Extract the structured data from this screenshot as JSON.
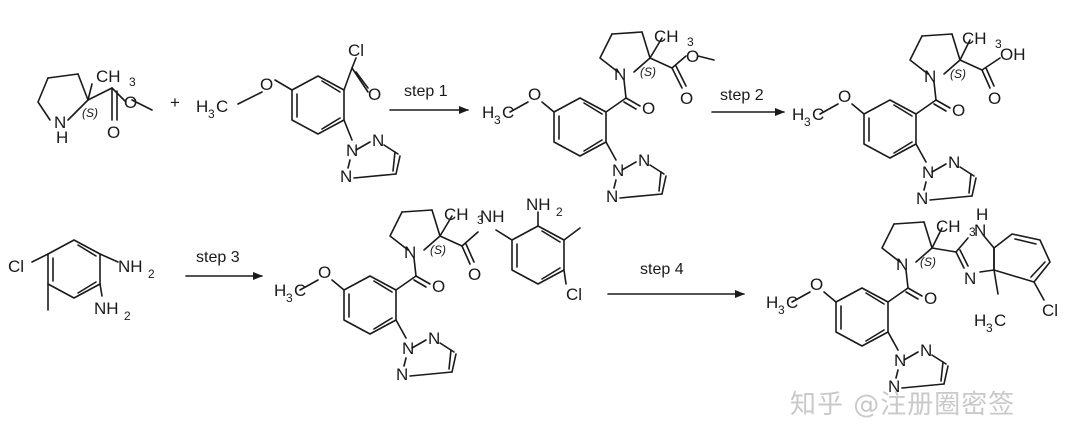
{
  "atoms": {
    "cl": "Cl",
    "n": "N",
    "h": "H",
    "o": "O",
    "nh": "NH",
    "nh2": "NH",
    "h3c": "H",
    "c": "C",
    "ch3": "CH",
    "oh": "OH",
    "sub2": "2",
    "sub3": "3",
    "stereo": "(S)"
  },
  "plus": "+",
  "steps": [
    "step 1",
    "step 2",
    "step 3",
    "step 4"
  ],
  "watermark": "知乎 @注册圈密签"
}
